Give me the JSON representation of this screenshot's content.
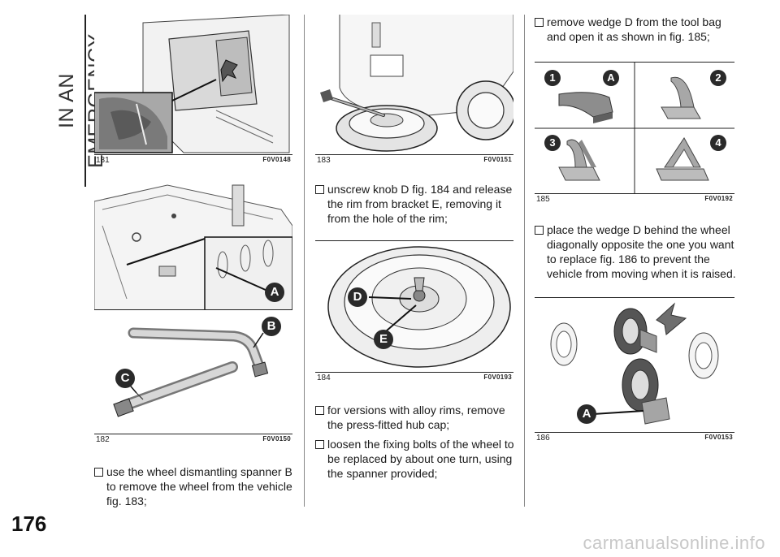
{
  "section": {
    "title": "IN AN EMERGENCY"
  },
  "page": {
    "number": "176"
  },
  "figures": {
    "f181": {
      "num": "181",
      "code": "F0V0148"
    },
    "f182": {
      "num": "182",
      "code": "F0V0150",
      "labels": {
        "b": "B",
        "c": "C"
      }
    },
    "f183": {
      "num": "183",
      "code": "F0V0151"
    },
    "f184": {
      "num": "184",
      "code": "F0V0193",
      "labels": {
        "d": "D",
        "e": "E"
      }
    },
    "f185": {
      "num": "185",
      "code": "F0V0192",
      "labels": {
        "a": "A",
        "s1": "1",
        "s2": "2",
        "s3": "3",
        "s4": "4"
      }
    },
    "f186": {
      "num": "186",
      "code": "F0V0153",
      "labels": {
        "a": "A"
      }
    },
    "f181b": {
      "labels": {
        "a": "A"
      }
    }
  },
  "steps": {
    "s1": "use the wheel dismantling spanner B to remove the wheel from the vehicle fig. 183;",
    "s2": "unscrew knob D fig. 184 and release the rim from bracket E, removing it from the hole of the rim;",
    "s3": "for versions with alloy rims, remove the press-fitted hub cap;",
    "s4": "loosen the fixing bolts of the wheel to be replaced by about one turn, using the spanner provided;",
    "s5": "remove wedge D from the tool bag and open it as shown in fig. 185;",
    "s6": "place the wedge D behind the wheel diagonally opposite the one you want to replace fig. 186 to prevent the vehicle from moving when it is raised."
  },
  "footer": {
    "watermark": "carmanualsonline.info"
  }
}
